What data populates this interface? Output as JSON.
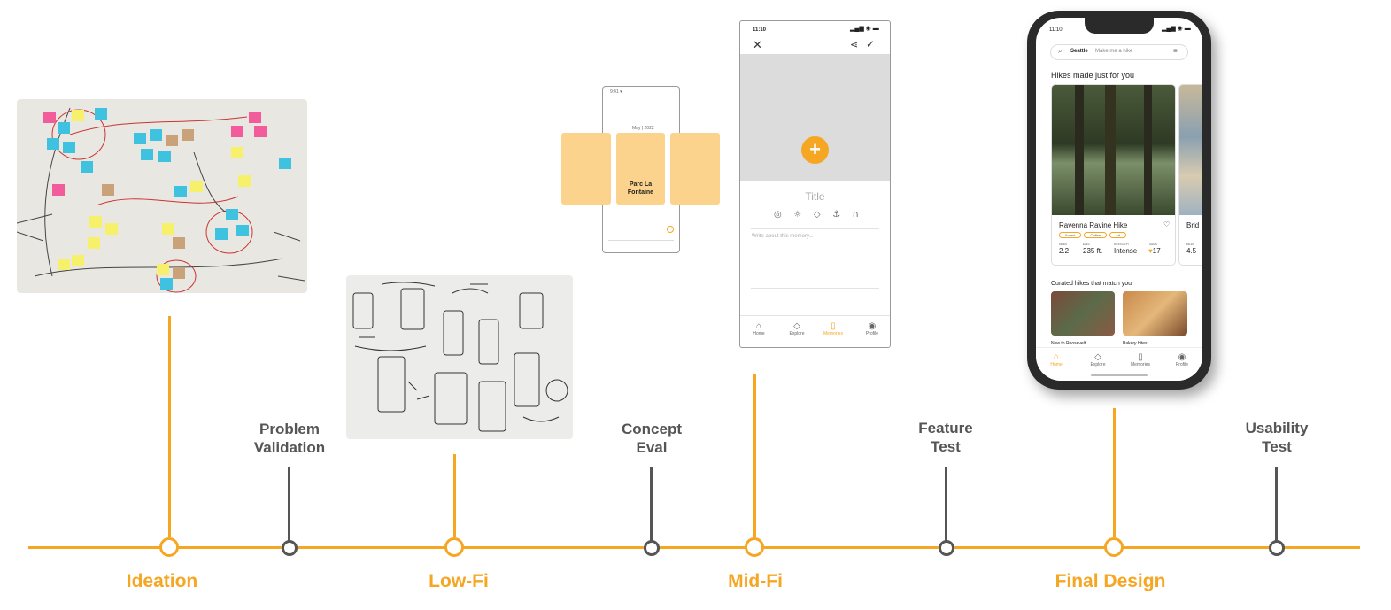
{
  "phases": [
    {
      "label": "Ideation"
    },
    {
      "label": "Low-Fi"
    },
    {
      "label": "Mid-Fi"
    },
    {
      "label": "Final Design"
    }
  ],
  "milestones": [
    {
      "line1": "Problem",
      "line2": "Validation"
    },
    {
      "line1": "Concept",
      "line2": "Eval"
    },
    {
      "line1": "Feature",
      "line2": "Test"
    },
    {
      "line1": "Usability",
      "line2": "Test"
    }
  ],
  "colors": {
    "accent": "#F5A623",
    "milestone": "#555555",
    "sticky_pink": "#F25C9A",
    "sticky_cyan": "#3FC1E0",
    "sticky_yellow": "#F6F06A",
    "sticky_tan": "#C9A27A"
  },
  "lofi": {
    "status": "9:41 ▾",
    "date": "May | 2022",
    "card_title_1": "Parc La",
    "card_title_2": "Fontaine"
  },
  "midfi": {
    "time": "11:10",
    "title_placeholder": "Title",
    "body_placeholder": "Write about this memory...",
    "nav": [
      "Home",
      "Explore",
      "Memories",
      "Profile"
    ],
    "icons": [
      "close-icon",
      "share-icon",
      "check-icon",
      "camera-icon",
      "sun-icon",
      "gem-icon",
      "anchor-icon",
      "headphones-icon"
    ]
  },
  "final": {
    "time": "11:10",
    "search_city": "Seattle",
    "search_placeholder": "Make me a hike",
    "section1": "Hikes made just for you",
    "card_title": "Ravenna Ravine Hike",
    "card_next": "Brid",
    "tags": [
      "Forest",
      "Coffee",
      "Art"
    ],
    "stats": [
      {
        "label": "MILES",
        "value": "2.2"
      },
      {
        "label": "ELEV.",
        "value": "235 ft."
      },
      {
        "label": "DIFFICULTY",
        "value": "Intense"
      },
      {
        "label": "GEMS",
        "value": "17"
      }
    ],
    "next_miles": "4.5",
    "section2": "Curated hikes that match you",
    "curated": [
      "New to Roosevelt",
      "Bakery bites"
    ],
    "nav": [
      "Home",
      "Explore",
      "Memories",
      "Profile"
    ]
  }
}
